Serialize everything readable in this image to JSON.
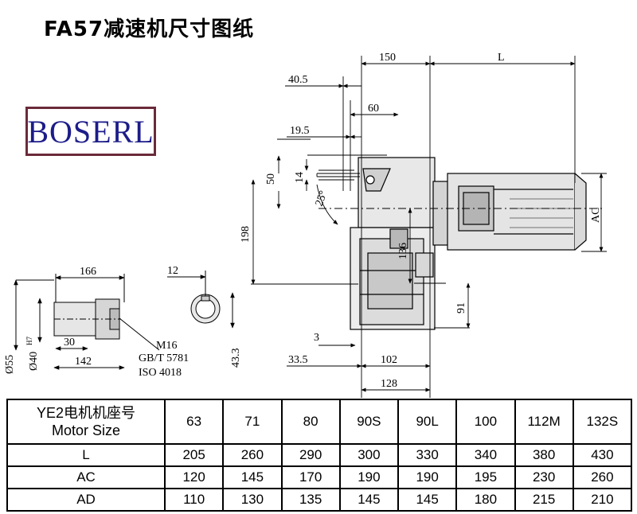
{
  "title": "FA57减速机尺寸图纸",
  "logo": "BOSERL",
  "dims": {
    "d150": "150",
    "dL": "L",
    "d40_5": "40.5",
    "d60": "60",
    "d19_5": "19.5",
    "d50": "50",
    "d14": "14",
    "d25": "25°",
    "d198": "198",
    "d136": "136",
    "dAC": "AC",
    "d91": "91",
    "d3": "3",
    "d33_5": "33.5",
    "d102": "102",
    "d128": "128",
    "d166": "166",
    "d12": "12",
    "d30": "30",
    "d142": "142",
    "d55": "Ø55",
    "d40h7": "Ø40",
    "h7": "H7",
    "d43_3": "43.3",
    "m16": "M16",
    "gb": "GB/T 5781",
    "iso": "ISO 4018"
  },
  "table": {
    "header_line1": "YE2电机机座号",
    "header_line2": "Motor Size",
    "sizes": [
      "63",
      "71",
      "80",
      "90S",
      "90L",
      "100",
      "112M",
      "132S"
    ],
    "rows": [
      {
        "label": "L",
        "values": [
          "205",
          "260",
          "290",
          "300",
          "330",
          "340",
          "380",
          "430"
        ]
      },
      {
        "label": "AC",
        "values": [
          "120",
          "145",
          "170",
          "190",
          "190",
          "195",
          "230",
          "260"
        ]
      },
      {
        "label": "AD",
        "values": [
          "110",
          "130",
          "135",
          "145",
          "145",
          "180",
          "215",
          "210"
        ]
      }
    ]
  }
}
